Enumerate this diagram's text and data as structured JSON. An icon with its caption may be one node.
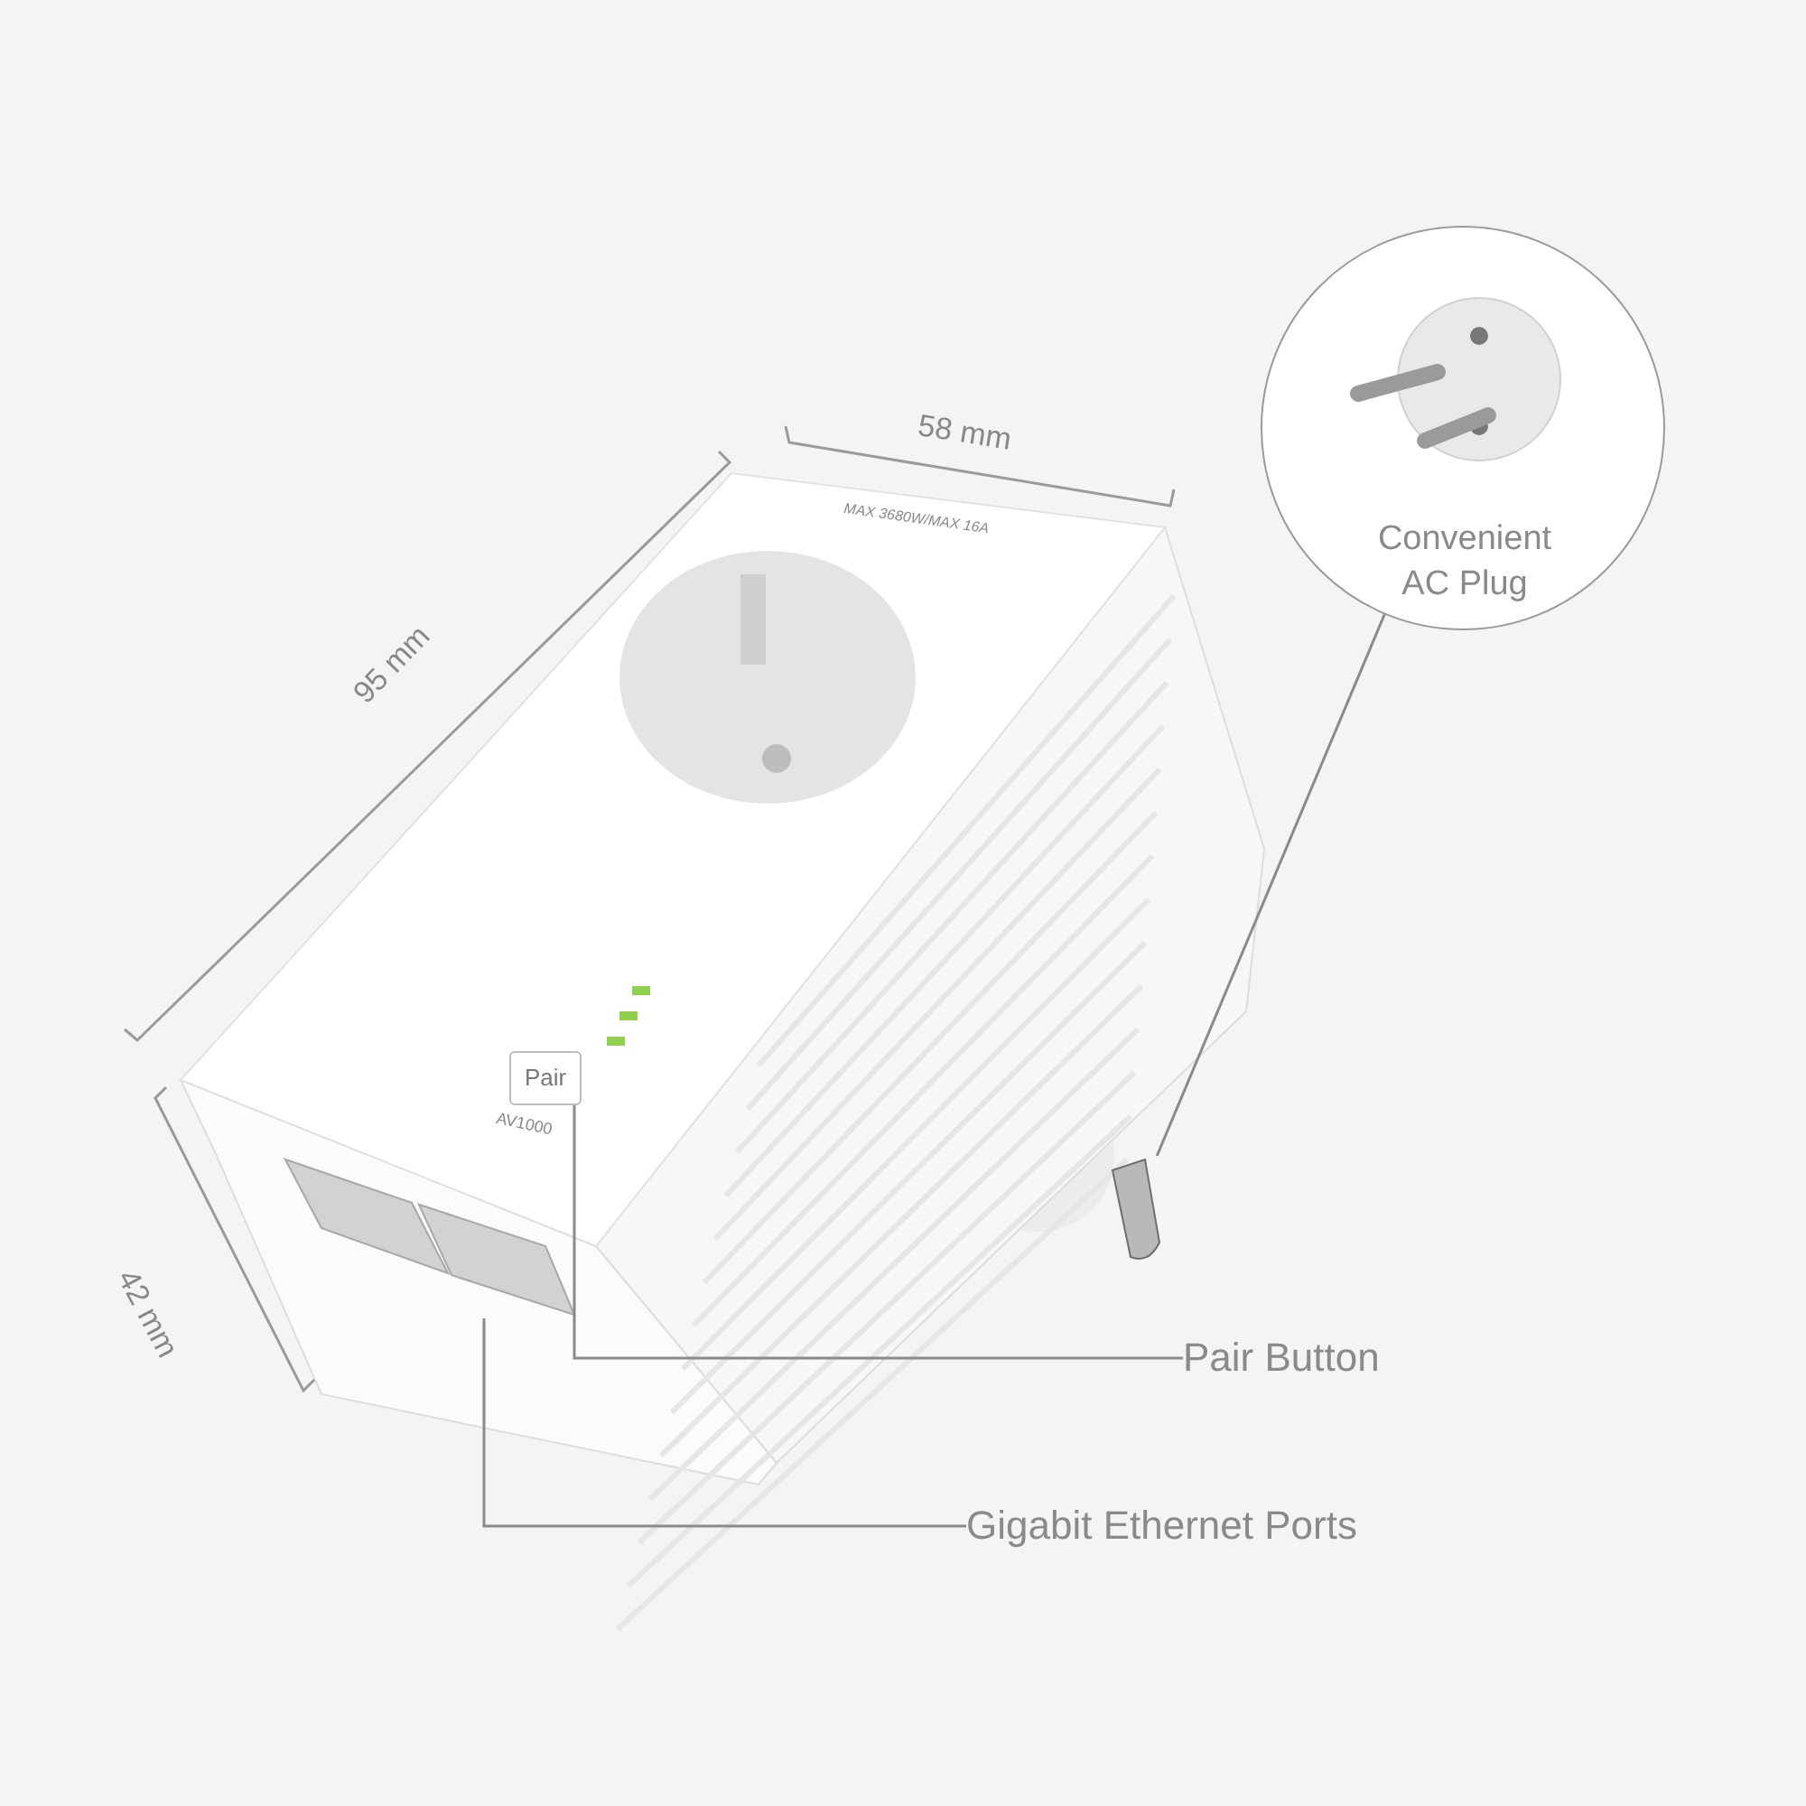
{
  "diagram": {
    "nodes": [
      {
        "text": [
          "Convenient AC Plug"
        ]
      },
      {
        "text": [],
        "shape": "picture"
      },
      {
        "text": [
          "Pair Button"
        ]
      },
      {
        "text": [
          "Pair"
        ]
      },
      {
        "text": [
          "Gigabit Ethernet Ports"
        ]
      },
      {
        "text": [],
        "shape": "picture"
      }
    ],
    "edges": [
      {
        "from": 0,
        "to": 5,
        "arrow": "none"
      },
      {
        "from": 2,
        "to": 3,
        "arrow": "none"
      },
      {
        "from": 4,
        "to": 1,
        "arrow": "none"
      }
    ],
    "labels": [
      "58 mm",
      "95 mm",
      "MAX 3680W/MAX 16A",
      "AV1000",
      "42 mm"
    ]
  }
}
